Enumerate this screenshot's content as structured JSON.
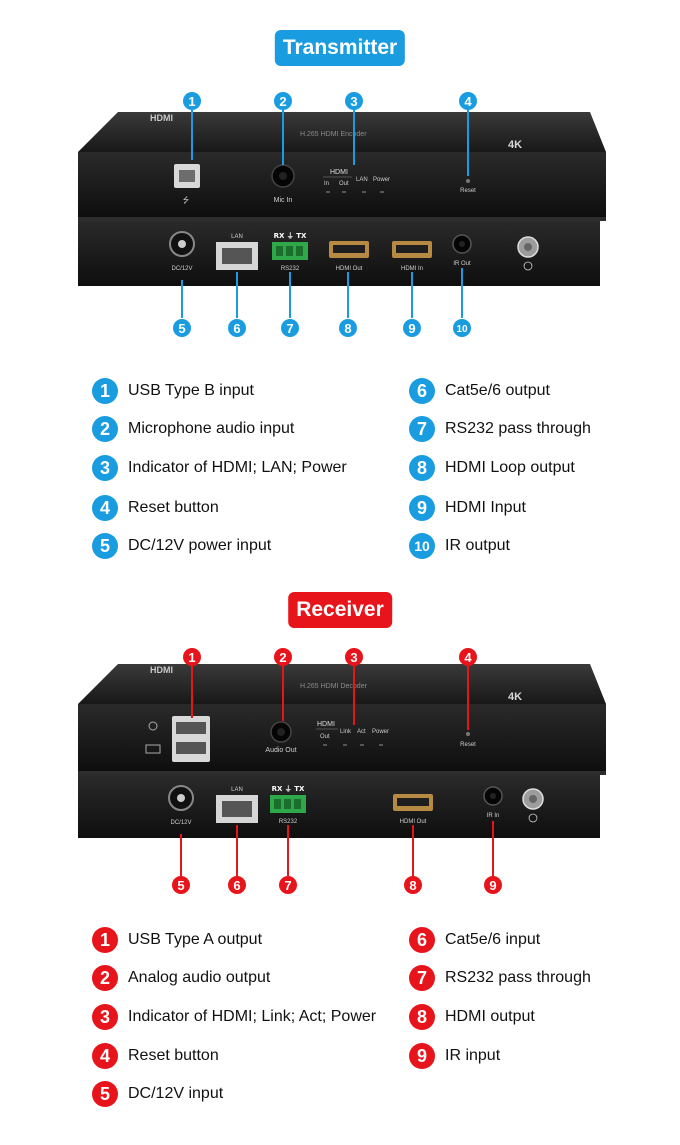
{
  "transmitter": {
    "title": "Transmitter",
    "accent": "#1a9ce1",
    "front_labels": {
      "brand": "HDMI",
      "model": "H.265 HDMI Encoder",
      "usb_symbol": "⭍",
      "mic": "Mic In",
      "hdmi_group": "HDMI",
      "in": "In",
      "out": "Out",
      "lan": "LAN",
      "power": "Power",
      "reset": "Reset",
      "fourk": "4K"
    },
    "back_labels": {
      "dc": "DC/12V",
      "lan": "LAN",
      "rs232_top": "RX ⏚ TX",
      "rs232": "RS232",
      "hdmi_out": "HDMI Out",
      "hdmi_in": "HDMI In",
      "ir_out": "IR Out"
    },
    "callouts": [
      "1",
      "2",
      "3",
      "4",
      "5",
      "6",
      "7",
      "8",
      "9",
      "10"
    ],
    "legend": [
      {
        "num": "1",
        "text": "USB Type B input"
      },
      {
        "num": "2",
        "text": "Microphone audio input"
      },
      {
        "num": "3",
        "text": "Indicator of HDMI; LAN; Power"
      },
      {
        "num": "4",
        "text": "Reset button"
      },
      {
        "num": "5",
        "text": "DC/12V power input"
      },
      {
        "num": "6",
        "text": "Cat5e/6 output"
      },
      {
        "num": "7",
        "text": "RS232 pass through"
      },
      {
        "num": "8",
        "text": "HDMI Loop output"
      },
      {
        "num": "9",
        "text": "HDMI Input"
      },
      {
        "num": "10",
        "text": "IR output"
      }
    ]
  },
  "receiver": {
    "title": "Receiver",
    "accent": "#e8141b",
    "front_labels": {
      "brand": "HDMI",
      "model": "H.265 HDMI Decoder",
      "audio": "Audio Out",
      "hdmi_group": "HDMI",
      "out": "Out",
      "link": "Link",
      "act": "Act",
      "power": "Power",
      "reset": "Reset",
      "fourk": "4K"
    },
    "back_labels": {
      "dc": "DC/12V",
      "lan": "LAN",
      "rs232_top": "RX ⏚ TX",
      "rs232": "RS232",
      "hdmi_out": "HDMI Out",
      "ir_in": "IR In"
    },
    "callouts": [
      "1",
      "2",
      "3",
      "4",
      "5",
      "6",
      "7",
      "8",
      "9"
    ],
    "legend": [
      {
        "num": "1",
        "text": "USB Type A output"
      },
      {
        "num": "2",
        "text": "Analog audio output"
      },
      {
        "num": "3",
        "text": "Indicator of HDMI;  Link;  Act;  Power"
      },
      {
        "num": "4",
        "text": "Reset button"
      },
      {
        "num": "5",
        "text": "DC/12V input"
      },
      {
        "num": "6",
        "text": "Cat5e/6 input"
      },
      {
        "num": "7",
        "text": "RS232 pass through"
      },
      {
        "num": "8",
        "text": "HDMI output"
      },
      {
        "num": "9",
        "text": "IR input"
      }
    ]
  }
}
